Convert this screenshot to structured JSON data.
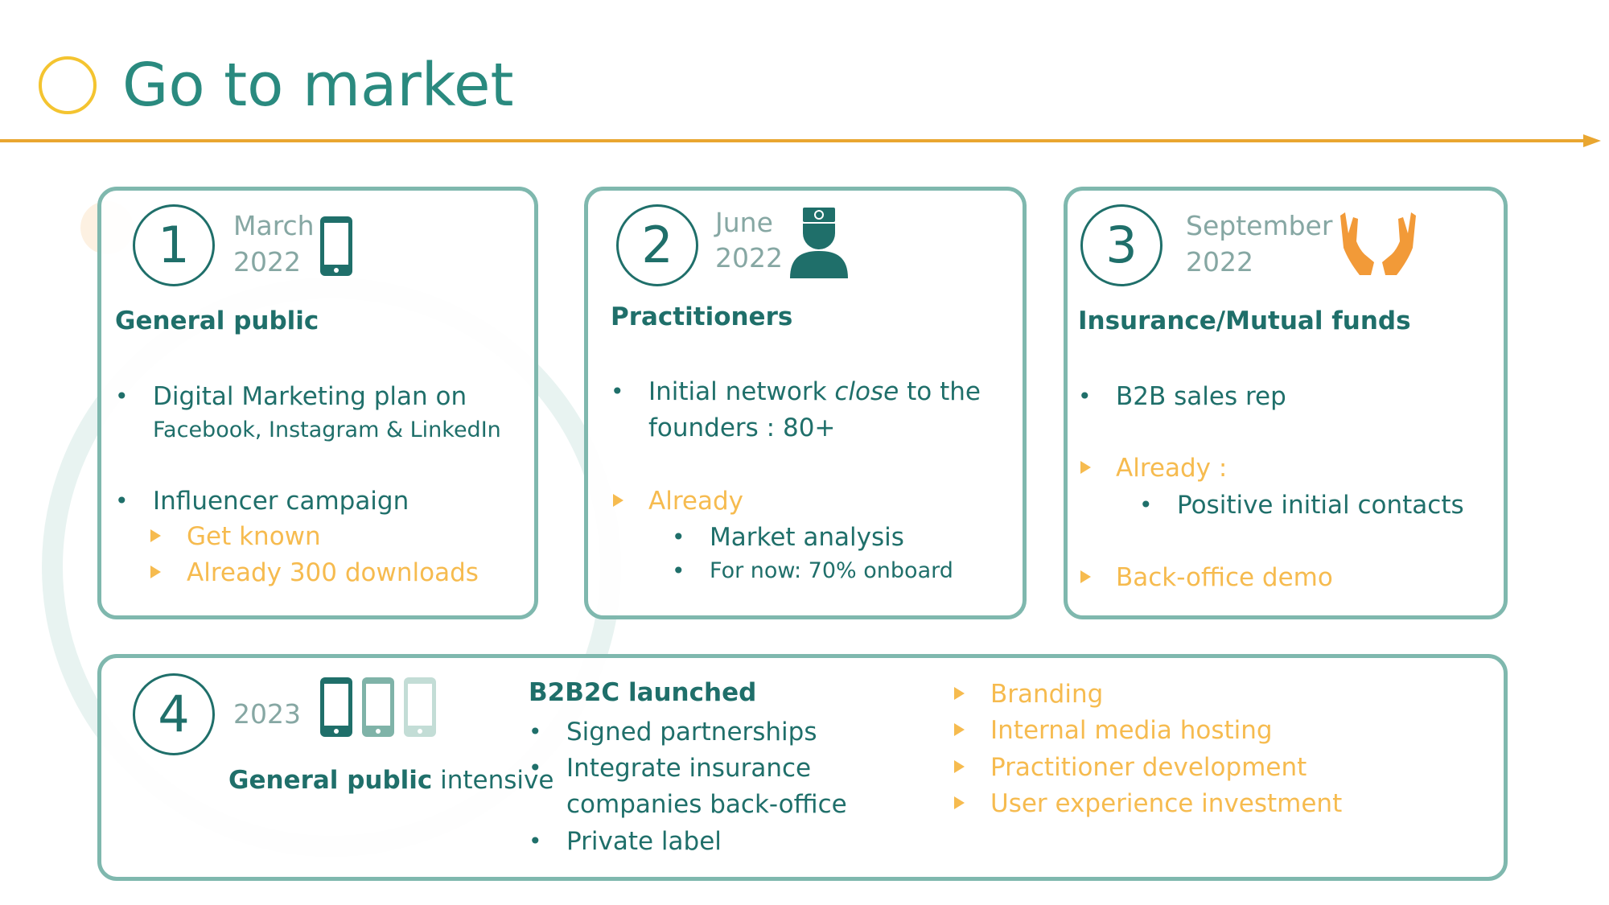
{
  "page": {
    "title": "Go to market"
  },
  "colors": {
    "accent_teal": "#1f6f6a",
    "accent_orange": "#f6bb4f",
    "timeline": "#e9a630",
    "card_border": "#7fb8ae",
    "title_circle": "#f4c430"
  },
  "cards": [
    {
      "number": "1",
      "month": "March",
      "year": "2022",
      "icon": "smartphone-icon",
      "heading": "General public",
      "bullets": [
        {
          "text": "Digital Marketing plan on",
          "sub": "Facebook, Instagram & LinkedIn"
        },
        {
          "text": "Influencer campaign"
        }
      ],
      "highlights": [
        "Get known",
        "Already 300 downloads"
      ]
    },
    {
      "number": "2",
      "month": "June",
      "year": "2022",
      "icon": "practitioner-icon",
      "heading": "Practitioners",
      "bullet_pre": "Initial network ",
      "bullet_em": "close",
      "bullet_post": " to the",
      "bullet_line2": "founders : 80+",
      "highlight": "Already",
      "sub_bullets": [
        "Market analysis",
        "For now: 70% onboard"
      ]
    },
    {
      "number": "3",
      "month": "September",
      "year": "2022",
      "icon": "helping-hands-icon",
      "heading": "Insurance/Mutual funds",
      "bullet": "B2B sales rep",
      "highlight": "Already :",
      "sub_bullet": "Positive initial contacts",
      "highlight2": "Back-office demo"
    },
    {
      "number": "4",
      "year": "2023",
      "icon": "three-phones-icon",
      "label_bold": "General public",
      "label_rest": " intensive",
      "heading": "B2B2C launched",
      "bullets": [
        "Signed partnerships",
        "Integrate insurance",
        "companies back-office",
        "Private label"
      ],
      "highlights": [
        "Branding",
        "Internal media hosting",
        "Practitioner development",
        "User experience investment"
      ]
    }
  ]
}
